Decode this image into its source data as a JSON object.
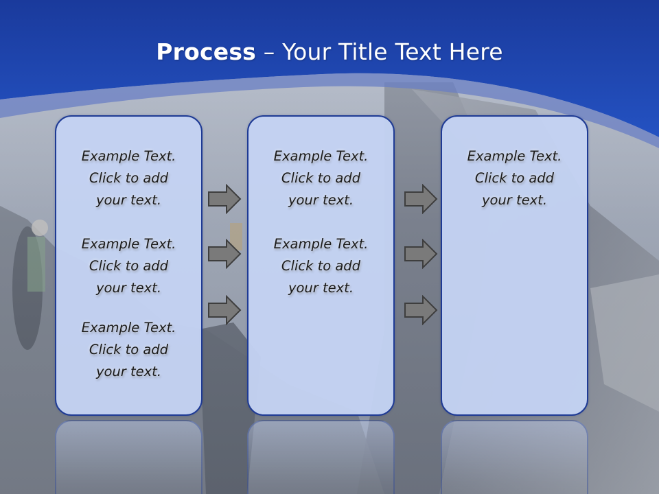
{
  "slide": {
    "title_bold": "Process",
    "title_rest": " – Your Title Text Here",
    "colors": {
      "header_blue": "#1a3da3",
      "box_fill": "#c4d2f3",
      "box_border": "#1e3a94",
      "arrow_fill": "#7a7a7a"
    }
  },
  "boxes": [
    {
      "items": [
        {
          "line1": "Example Text.",
          "line2": "Click  to add",
          "line3": "your text."
        },
        {
          "line1": "Example Text.",
          "line2": "Click  to add",
          "line3": "your text."
        },
        {
          "line1": "Example Text.",
          "line2": "Click  to add",
          "line3": "your text."
        }
      ]
    },
    {
      "items": [
        {
          "line1": "Example Text.",
          "line2": "Click  to add",
          "line3": "your text."
        },
        {
          "line1": "Example Text.",
          "line2": "Click  to add",
          "line3": "your text."
        }
      ]
    },
    {
      "items": [
        {
          "line1": "Example Text.",
          "line2": "Click  to add",
          "line3": "your text."
        }
      ]
    }
  ],
  "arrows": {
    "icon": "right-arrow-icon",
    "count_per_column": 3
  }
}
